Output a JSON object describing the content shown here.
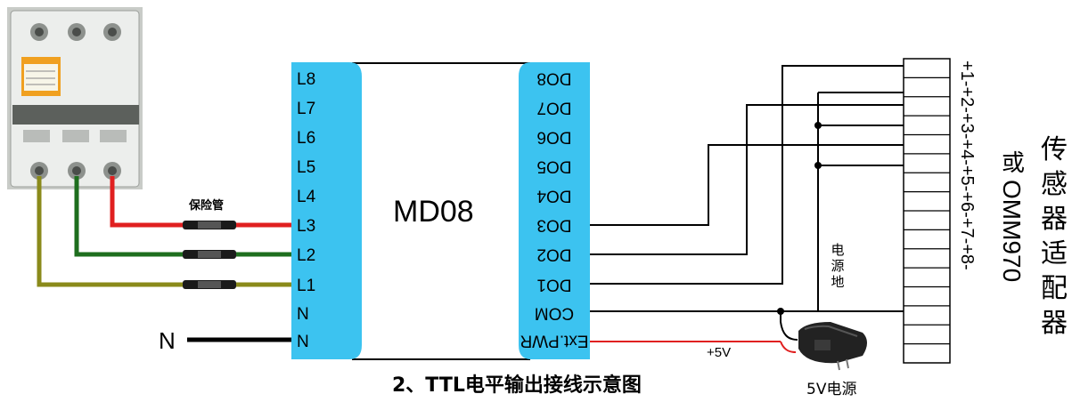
{
  "module": {
    "name": "MD08",
    "inputs": [
      "L8",
      "L7",
      "L6",
      "L5",
      "L4",
      "L3",
      "L2",
      "L1",
      "N",
      "N"
    ],
    "outputs": [
      "DO8",
      "DO7",
      "DO6",
      "DO5",
      "DO4",
      "DO3",
      "DO2",
      "DO1",
      "COM",
      "Ext.PWR"
    ]
  },
  "fuse_label": "保险管",
  "neutral_label": "N",
  "power_ground_label": "电源地",
  "plus5v_label": "+5V",
  "adapter_label": "5V电源",
  "caption": "2、TTL电平输出接线示意图",
  "terminal_label": "+1-+2-+3-+4-+5-+6-+7-+8-",
  "or_label": "或OMM970",
  "sensor_adapter_label": "传感器适配器",
  "colors": {
    "module_blue": "#3cc3f0",
    "wire_red": "#e02020",
    "wire_green": "#1e6e1e",
    "wire_olive": "#8a8a1a",
    "wire_black": "#000000"
  }
}
